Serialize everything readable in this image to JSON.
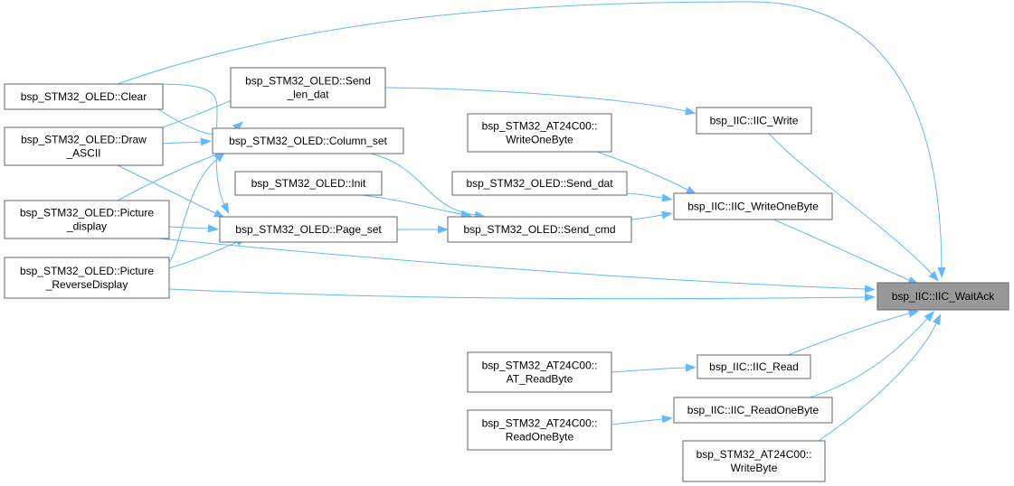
{
  "nodes": [
    {
      "id": "waitack",
      "lines": [
        "bsp_IIC::IIC_WaitAck"
      ],
      "root": true
    },
    {
      "id": "clear",
      "lines": [
        "bsp_STM32_OLED::Clear"
      ]
    },
    {
      "id": "draw",
      "lines": [
        "bsp_STM32_OLED::Draw",
        "_ASCII"
      ]
    },
    {
      "id": "picdisp",
      "lines": [
        "bsp_STM32_OLED::Picture",
        "_display"
      ]
    },
    {
      "id": "picrev",
      "lines": [
        "bsp_STM32_OLED::Picture",
        "_ReverseDisplay"
      ]
    },
    {
      "id": "sendlen",
      "lines": [
        "bsp_STM32_OLED::Send",
        "_len_dat"
      ]
    },
    {
      "id": "colset",
      "lines": [
        "bsp_STM32_OLED::Column_set"
      ]
    },
    {
      "id": "init",
      "lines": [
        "bsp_STM32_OLED::Init"
      ]
    },
    {
      "id": "pageset",
      "lines": [
        "bsp_STM32_OLED::Page_set"
      ]
    },
    {
      "id": "at24write1",
      "lines": [
        "bsp_STM32_AT24C00::",
        "WriteOneByte"
      ]
    },
    {
      "id": "senddat",
      "lines": [
        "bsp_STM32_OLED::Send_dat"
      ]
    },
    {
      "id": "sendcmd",
      "lines": [
        "bsp_STM32_OLED::Send_cmd"
      ]
    },
    {
      "id": "iicwrite",
      "lines": [
        "bsp_IIC::IIC_Write"
      ]
    },
    {
      "id": "iicwrite1",
      "lines": [
        "bsp_IIC::IIC_WriteOneByte"
      ]
    },
    {
      "id": "atread",
      "lines": [
        "bsp_STM32_AT24C00::",
        "AT_ReadByte"
      ]
    },
    {
      "id": "iicread",
      "lines": [
        "bsp_IIC::IIC_Read"
      ]
    },
    {
      "id": "readone",
      "lines": [
        "bsp_STM32_AT24C00::",
        "ReadOneByte"
      ]
    },
    {
      "id": "iicread1",
      "lines": [
        "bsp_IIC::IIC_ReadOneByte"
      ]
    },
    {
      "id": "writebyte",
      "lines": [
        "bsp_STM32_AT24C00::",
        "WriteByte"
      ]
    }
  ],
  "edges": [
    [
      "clear",
      "waitack"
    ],
    [
      "clear",
      "colset"
    ],
    [
      "clear",
      "pageset"
    ],
    [
      "draw",
      "sendlen"
    ],
    [
      "draw",
      "colset"
    ],
    [
      "draw",
      "pageset"
    ],
    [
      "picdisp",
      "colset"
    ],
    [
      "picdisp",
      "pageset"
    ],
    [
      "picdisp",
      "waitack"
    ],
    [
      "picrev",
      "colset"
    ],
    [
      "picrev",
      "pageset"
    ],
    [
      "picrev",
      "waitack"
    ],
    [
      "sendlen",
      "iicwrite"
    ],
    [
      "colset",
      "sendcmd"
    ],
    [
      "init",
      "sendcmd"
    ],
    [
      "pageset",
      "sendcmd"
    ],
    [
      "at24write1",
      "iicwrite1"
    ],
    [
      "senddat",
      "iicwrite1"
    ],
    [
      "sendcmd",
      "iicwrite1"
    ],
    [
      "iicwrite",
      "waitack"
    ],
    [
      "iicwrite1",
      "waitack"
    ],
    [
      "atread",
      "iicread"
    ],
    [
      "iicread",
      "waitack"
    ],
    [
      "readone",
      "iicread1"
    ],
    [
      "iicread1",
      "waitack"
    ],
    [
      "writebyte",
      "waitack"
    ]
  ],
  "colors": {
    "edge": "#63b8ff",
    "node_border": "#666666",
    "root_fill": "#999999"
  }
}
